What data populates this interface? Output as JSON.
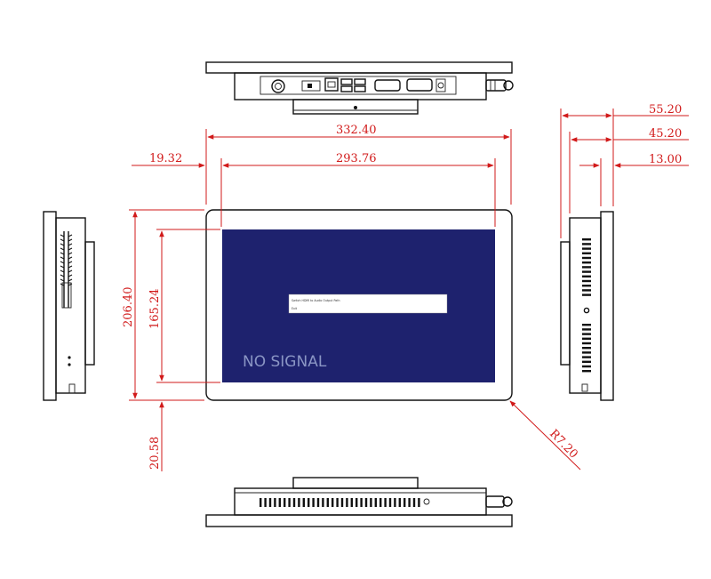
{
  "dimensions": {
    "width_overall": "332.40",
    "width_display": "293.76",
    "offset_left": "19.32",
    "height_overall": "206.40",
    "height_display": "165.24",
    "offset_bottom": "20.58",
    "depth_total": "55.20",
    "depth_body": "45.20",
    "depth_bezel": "13.00",
    "corner_radius": "R7.20"
  },
  "screen": {
    "status_text": "NO SIGNAL",
    "dialog_line1": "Switch HDMI to Audio Output Path",
    "dialog_line2": "Exit"
  },
  "colors": {
    "dimension": "#d11a1a",
    "screen": "#1e226e",
    "outline": "#111111"
  }
}
